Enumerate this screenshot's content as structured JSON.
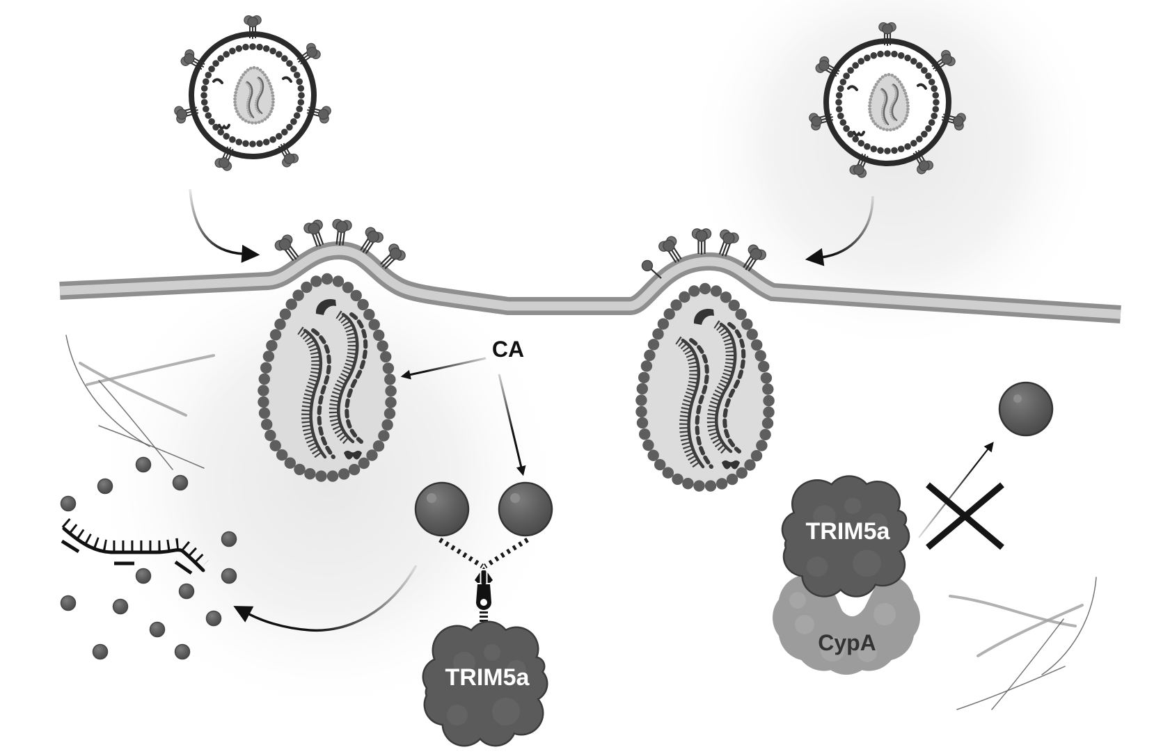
{
  "diagram": {
    "title": "",
    "labels": {
      "capsid": "CA",
      "trim5a_bottom": "TRIM5a",
      "trim5a_right": "TRIM5a",
      "cypa": "CypA"
    },
    "depicted_entities": [
      "virion-icon",
      "envelope-glycoprotein-spike-icon",
      "cell-membrane",
      "viral-capsid-icon",
      "viral-rna-icon",
      "capsid-monomer-icon",
      "zipper-icon",
      "trim5a-protein-icon",
      "cypa-protein-icon",
      "blocked-x-icon",
      "degraded-rna-icon",
      "cytoskeleton-fiber-icon"
    ],
    "colors": {
      "membrane_outer": "#8e8e8e",
      "membrane_inner": "#cfcfcf",
      "capsid_shell": "#5e5e5e",
      "trim5a": "#5b5b5b",
      "cypa": "#9c9c9c",
      "arrow": "#111111"
    }
  }
}
